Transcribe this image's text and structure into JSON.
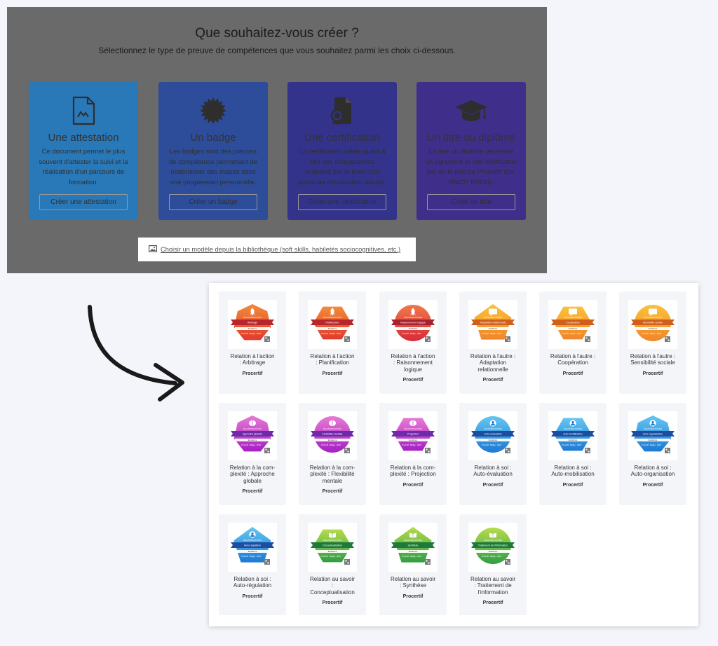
{
  "top": {
    "title": "Que souhaitez-vous créer ?",
    "subtitle": "Sélectionnez le type de preuve de compétences que vous souhaitez parmi les choix ci-dessous.",
    "cards": [
      {
        "icon": "document-icon",
        "color": "#2978b8",
        "title": "Une attestation",
        "desc": "Ce document permet le plus souvent d'attester la suivi et la réalisation d'un parcours de formation.",
        "button": "Créer une attestation"
      },
      {
        "icon": "badge-icon",
        "color": "#2d4d9a",
        "title": "Un badge",
        "desc": "Les badges sont des preuves de compétence permettant de matérialiser des étapes dans une progression personnelle.",
        "button": "Créer un badge"
      },
      {
        "icon": "certificate-icon",
        "color": "#33338c",
        "title": "Une certification",
        "desc": "La certification valide quant à elle des compétences acquises par le biais d'un protocole d'évaluation adapté.",
        "button": "Créer une certification"
      },
      {
        "icon": "graduation-cap-icon",
        "color": "#3f2f8a",
        "title": "Un titre ou diplôme",
        "desc": "Le titre ou diplôme nécessite un agrément et une vérification par de la part de Procertif (Ex: RNCP, RSCH).",
        "button": "Créer un titre"
      }
    ],
    "library_link": "Choisir un modèle depuis la bibliothèque (soft skills, habiletés sociocognitives, etc.)"
  },
  "library": {
    "author": "Procertif",
    "badge_header": "SOLUTIONS FUTURS",
    "badge_meta": "Procertif · Badge · 2023",
    "badges": [
      {
        "name": "Relation à l'action : Arbitrage",
        "lines": [
          "Relation à l'action",
          ": Arbitrage"
        ],
        "badge": "Arbitrage",
        "level": "Excellence",
        "shape": "heptagon",
        "colors": [
          "#f28b38",
          "#e33b2e"
        ],
        "ribbon": "#b8262b",
        "icon": "rocket-icon"
      },
      {
        "name": "Relation à l'action : Planification",
        "lines": [
          "Relation à l'action",
          ": Planification"
        ],
        "badge": "Planification",
        "level": "Excellence",
        "shape": "hexagon",
        "colors": [
          "#f28b38",
          "#e33b2e"
        ],
        "ribbon": "#b8262b",
        "icon": "rocket-icon"
      },
      {
        "name": "Relation à l'action : Raisonnement logique",
        "lines": [
          "Relation à l'action",
          ": Raisonnement",
          "logique"
        ],
        "badge": "Raisonnement logique",
        "level": "Excellence",
        "shape": "circle",
        "colors": [
          "#f0784a",
          "#d72c3a"
        ],
        "ribbon": "#a8212e",
        "icon": "rocket-icon"
      },
      {
        "name": "Relation à l'autre : Adaptation relationnelle",
        "lines": [
          "Relation à l'autre :",
          "Adaptation",
          "relationnelle"
        ],
        "badge": "Adaptation relationnelle",
        "level": "Excellence",
        "shape": "pentagon",
        "colors": [
          "#fbc23a",
          "#f0862a"
        ],
        "ribbon": "#cf5f1a",
        "icon": "speech-bubble-icon"
      },
      {
        "name": "Relation à l'autre : Coopération",
        "lines": [
          "Relation à l'autre :",
          "Coopération"
        ],
        "badge": "Coopération",
        "level": "Excellence",
        "shape": "hexagon",
        "colors": [
          "#fbc23a",
          "#f0862a"
        ],
        "ribbon": "#cf5f1a",
        "icon": "speech-bubble-icon"
      },
      {
        "name": "Relation à l'autre : Sensibilité sociale",
        "lines": [
          "Relation à l'autre :",
          "Sensibilité sociale"
        ],
        "badge": "Sensibilité sociale",
        "level": "Excellence",
        "shape": "circle",
        "colors": [
          "#fbc23a",
          "#f0862a"
        ],
        "ribbon": "#cf5f1a",
        "icon": "speech-bubble-icon"
      },
      {
        "name": "Relation à la complexité : Approche globale",
        "lines": [
          "Relation à la com-",
          "plexité : Approche",
          "globale"
        ],
        "badge": "Approche globale",
        "level": "Excellence",
        "shape": "heptagon",
        "colors": [
          "#e77ad4",
          "#a51fc4"
        ],
        "ribbon": "#6e2aa8",
        "icon": "brain-icon"
      },
      {
        "name": "Relation à la complexité : Flexibilité mentale",
        "lines": [
          "Relation à la com-",
          "plexité : Flexibilité",
          "mentale"
        ],
        "badge": "Flexibilité mentale",
        "level": "Excellence",
        "shape": "circle",
        "colors": [
          "#e77ad4",
          "#a51fc4"
        ],
        "ribbon": "#6e2aa8",
        "icon": "brain-icon"
      },
      {
        "name": "Relation à la complexité : Projection",
        "lines": [
          "Relation à la com-",
          "plexité : Projection"
        ],
        "badge": "Projection",
        "level": "Excellence",
        "shape": "hexagon",
        "colors": [
          "#e77ad4",
          "#a51fc4"
        ],
        "ribbon": "#6e2aa8",
        "icon": "brain-icon"
      },
      {
        "name": "Relation à soi : Auto-évaluation",
        "lines": [
          "Relation à soi :",
          "Auto-évaluation"
        ],
        "badge": "Auto-évaluation",
        "level": "Excellence",
        "shape": "circle",
        "colors": [
          "#64c6f2",
          "#1c7ad4"
        ],
        "ribbon": "#1b4da0",
        "icon": "person-icon"
      },
      {
        "name": "Relation à soi : Auto-mobilisation",
        "lines": [
          "Relation à soi :",
          "Auto-mobilisation"
        ],
        "badge": "Auto-mobilisation",
        "level": "Excellence",
        "shape": "hexagon",
        "colors": [
          "#64c6f2",
          "#1c7ad4"
        ],
        "ribbon": "#1b4da0",
        "icon": "person-icon"
      },
      {
        "name": "Relation à soi : Auto-organisation",
        "lines": [
          "Relation à soi :",
          "Auto-organisation"
        ],
        "badge": "Auto-organisation",
        "level": "Excellence",
        "shape": "heptagon",
        "colors": [
          "#64c6f2",
          "#1c7ad4"
        ],
        "ribbon": "#1b4da0",
        "icon": "person-icon"
      },
      {
        "name": "Relation à soi : Auto-régulation",
        "lines": [
          "Relation à soi :",
          "Auto-régulation"
        ],
        "badge": "Auto-régulation",
        "level": "Excellence",
        "shape": "pentagon",
        "colors": [
          "#64c6f2",
          "#1c7ad4"
        ],
        "ribbon": "#1b4da0",
        "icon": "person-icon"
      },
      {
        "name": "Relation au savoir : Conceptualisation",
        "lines": [
          "Relation au savoir",
          ":",
          "Conceptualisation"
        ],
        "badge": "Conceptualisation",
        "level": "Excellence",
        "shape": "hexagon",
        "colors": [
          "#b6dc4a",
          "#2f9e44"
        ],
        "ribbon": "#1d7a3a",
        "icon": "book-icon"
      },
      {
        "name": "Relation au savoir : Synthèse",
        "lines": [
          "Relation au savoir",
          ": Synthèse"
        ],
        "badge": "Synthèse",
        "level": "Excellence",
        "shape": "pentagon",
        "colors": [
          "#b6dc4a",
          "#2f9e44"
        ],
        "ribbon": "#1d7a3a",
        "icon": "book-icon"
      },
      {
        "name": "Relation au savoir : Traitement de l'information",
        "lines": [
          "Relation au savoir",
          ": Traitement de",
          "l'information"
        ],
        "badge": "Traitement de l'information",
        "level": "Excellence",
        "shape": "circle",
        "colors": [
          "#b6dc4a",
          "#2f9e44"
        ],
        "ribbon": "#1d7a3a",
        "icon": "book-icon"
      }
    ]
  }
}
